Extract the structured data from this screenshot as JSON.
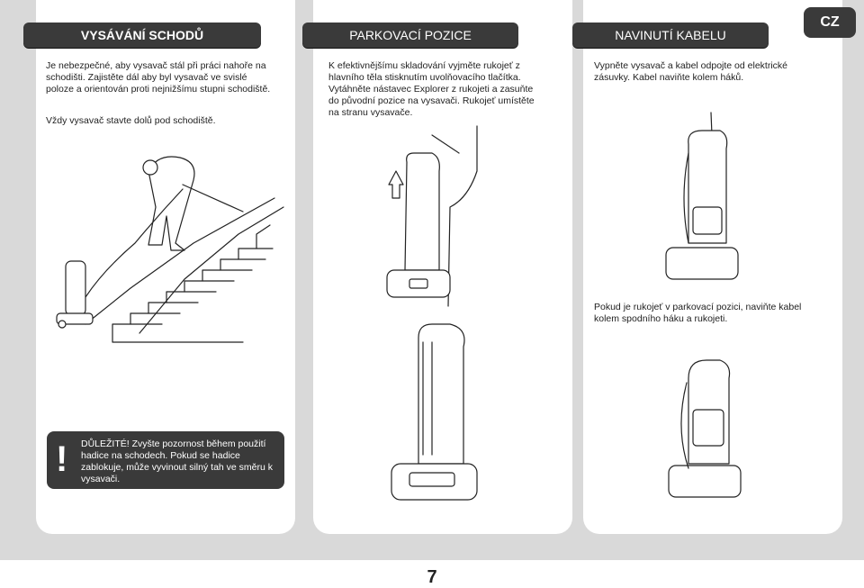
{
  "language_tab": "CZ",
  "sections": [
    {
      "heading": "VYSÁVÁNÍ SCHODŮ",
      "paragraphs": [
        "Je nebezpečné, aby vysavač stál při práci nahoře na schodišti. Zajistěte dál aby byl vysavač ve svislé poloze a orientován proti nejnižšímu stupni schodiště.",
        "Vždy vysavač stavte dolů pod schodiště."
      ],
      "warning": {
        "icon": "exclamation-icon",
        "text": "DŮLEŽITÉ! Zvyšte pozornost během použití hadice na schodech. Pokud se hadice zablokuje, může vyvinout silný tah ve směru k vysavači."
      }
    },
    {
      "heading": "PARKOVACÍ POZICE",
      "paragraphs": [
        "K efektivnějšímu skladování vyjměte rukojeť z hlavního těla stisknutím uvolňovacího tlačítka. Vytáhněte nástavec Explorer z rukojeti a zasuňte do původní pozice na vysavači. Rukojeť umístěte na stranu vysavače."
      ]
    },
    {
      "heading": "NAVINUTÍ KABELU",
      "paragraphs": [
        "Vypněte vysavač a kabel odpojte od elektrické zásuvky. Kabel naviňte kolem háků.",
        "Pokud je rukojeť v parkovací pozici, naviňte kabel kolem spodního háku a rukojeti."
      ]
    }
  ],
  "page_number": "7"
}
